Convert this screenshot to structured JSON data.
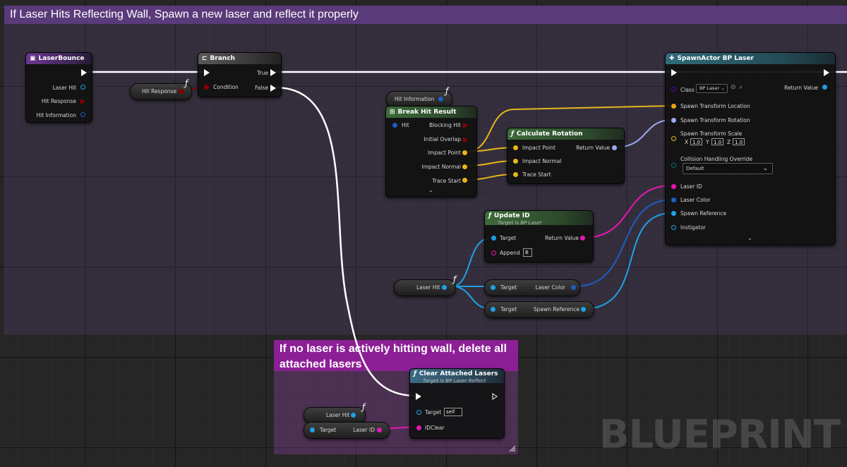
{
  "comments": {
    "main": "If Laser Hits Reflecting Wall, Spawn a new laser and reflect it properly",
    "clear": "If no laser is actively hitting wall, delete all attached lasers"
  },
  "nodes": {
    "laser_bounce": {
      "title": "LaserBounce",
      "pins": [
        "Laser Hit",
        "Hit Response",
        "Hit Information"
      ]
    },
    "branch": {
      "title": "Branch",
      "condition": "Condition",
      "true": "True",
      "false": "False"
    },
    "hit_response_var": "Hit Response",
    "hit_information_var": "Hit Information",
    "break_hit_result": {
      "title": "Break Hit Result",
      "hit": "Hit",
      "blocking_hit": "Blocking Hit",
      "initial_overlap": "Initial Overlap",
      "impact_point": "Impact Point",
      "impact_normal": "Impact Normal",
      "trace_start": "Trace Start"
    },
    "calculate_rotation": {
      "title": "Calculate Rotation",
      "impact_point": "Impact Point",
      "impact_normal": "Impact Normal",
      "trace_start": "Trace Start",
      "return_value": "Return Value"
    },
    "spawn_actor": {
      "title": "SpawnActor BP Laser",
      "class_label": "Class",
      "class_value": "BP Laser",
      "return_value": "Return Value",
      "spawn_location": "Spawn Transform Location",
      "spawn_rotation": "Spawn Transform Rotation",
      "spawn_scale": "Spawn Transform Scale",
      "scale": {
        "x_label": "X",
        "x": "1.0",
        "y_label": "Y",
        "y": "1.0",
        "z_label": "Z",
        "z": "1.0"
      },
      "collision_label": "Collision Handling Override",
      "collision_value": "Default",
      "laser_id": "Laser ID",
      "laser_color": "Laser Color",
      "spawn_reference": "Spawn Reference",
      "instigator": "Instigator"
    },
    "update_id": {
      "title": "Update ID",
      "subtitle": "Target is BP Laser",
      "target": "Target",
      "return_value": "Return Value",
      "append": "Append",
      "append_value": "B"
    },
    "laser_hit_var": "Laser Hit",
    "get_laser_color": {
      "target": "Target",
      "output": "Laser Color"
    },
    "get_spawn_reference": {
      "target": "Target",
      "output": "Spawn Reference"
    },
    "clear_attached_lasers": {
      "title": "Clear Attached Lasers",
      "subtitle": "Target is BP Laser Reflect",
      "target": "Target",
      "target_value": "self",
      "id_clear": "IDClear"
    },
    "laser_hit_var2": "Laser Hit",
    "get_laser_id": {
      "target": "Target",
      "output": "Laser ID"
    }
  },
  "watermark": "BLUEPRINT",
  "icons": [
    "event-icon",
    "branch-icon",
    "function-icon",
    "execution-pin-icon",
    "chevron-down-icon",
    "resize-grip-icon"
  ],
  "colors": {
    "struct_pin": "#1b5ec4",
    "vector_pin": "#e8b61c",
    "rotator_pin": "#9da9ee",
    "boolean_pin": "#8a0000",
    "string_pin": "#e617b4",
    "object_pin": "#1fa1e5",
    "transform_pin": "#e8a21c",
    "enum_pin": "#00716d",
    "class_pin": "#5a00b4",
    "event_header": "#6d3590",
    "pure_func_header": "#3d6b3a",
    "comment_main": "#5a3a7a",
    "comment_clear": "#8c1f95"
  }
}
